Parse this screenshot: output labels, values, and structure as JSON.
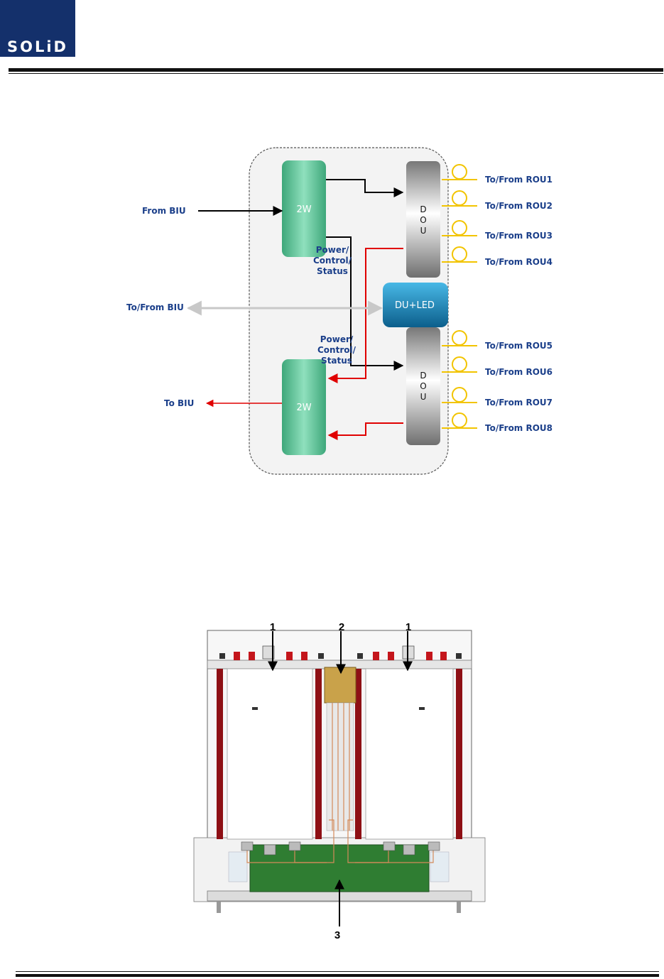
{
  "header": {
    "logo_text": "SOLiD"
  },
  "block_diagram": {
    "left_labels": {
      "from_biu": "From BIU",
      "to_from_biu": "To/From BIU",
      "to_biu": "To BIU"
    },
    "boxes": {
      "top_2w": "2W",
      "bottom_2w": "2W",
      "du_led": "DU+LED",
      "dou_letters": [
        "D",
        "O",
        "U"
      ]
    },
    "power_label_lines": [
      "Power/",
      "Control/",
      "Status"
    ],
    "rou_labels": [
      "To/From ROU1",
      "To/From ROU2",
      "To/From ROU3",
      "To/From ROU4",
      "To/From ROU5",
      "To/From ROU6",
      "To/From ROU7",
      "To/From ROU8"
    ],
    "colors": {
      "rou_label": "#1b3f8a",
      "fiber": "#f2c400",
      "tx_path": "#e00000",
      "rx_path": "#000000",
      "box_2w": "#5cc79a",
      "du_led": "#1a8fc0"
    }
  },
  "module_photo": {
    "callouts": [
      "1",
      "2",
      "1",
      "3"
    ]
  }
}
